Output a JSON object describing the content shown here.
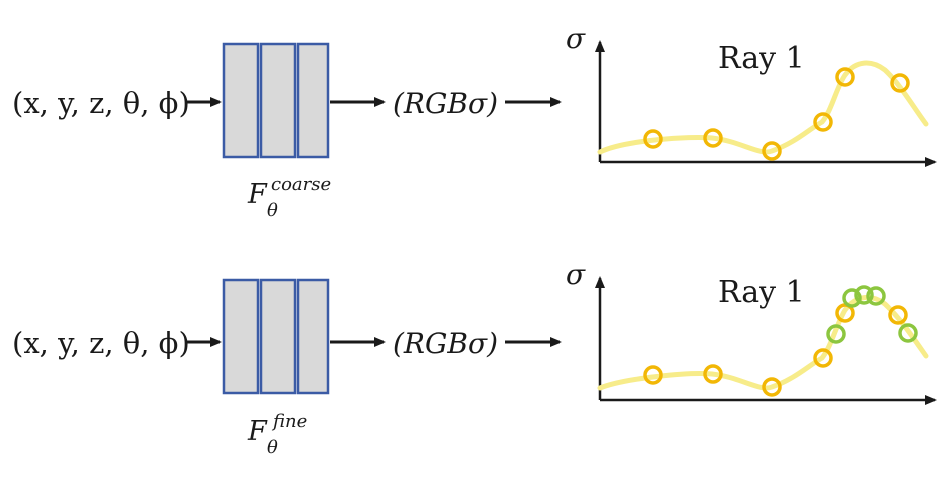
{
  "rows": [
    {
      "id": "coarse",
      "input_label": "(x, y, z, θ, ϕ)",
      "network_symbol": "F",
      "network_subscript": "θ",
      "network_superscript": "coarse",
      "output_label": "(RGBσ)",
      "plot": {
        "y_axis_label": "σ",
        "title": "Ray 1",
        "sample_color": "#f2b705",
        "curve_color": "#f7ec8a"
      }
    },
    {
      "id": "fine",
      "input_label": "(x, y, z, θ, ϕ)",
      "network_symbol": "F",
      "network_subscript": "θ",
      "network_superscript": "fine",
      "output_label": "(RGBσ)",
      "plot": {
        "y_axis_label": "σ",
        "title": "Ray 1",
        "sample_color": "#f2b705",
        "fine_sample_color": "#8cc63f",
        "curve_color": "#f7ec8a"
      }
    }
  ],
  "colors": {
    "layer_fill": "#d9d9d9",
    "layer_stroke": "#3b5ba5",
    "axis": "#1a1a1a"
  }
}
